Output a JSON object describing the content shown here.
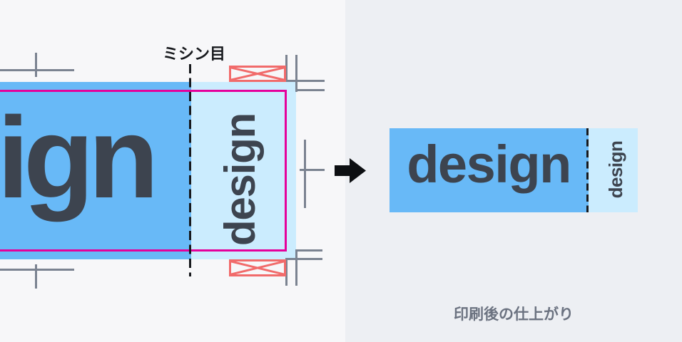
{
  "left_panel": {
    "perforation_label": "ミシン目",
    "artwork_text": "ign",
    "flap_text": "design"
  },
  "right_panel": {
    "main_text": "design",
    "flap_text": "design",
    "caption": "印刷後の仕上がり"
  },
  "icons": {
    "arrow": "right-arrow",
    "fold_mark": "x-cross",
    "trim_mark": "crop-line"
  },
  "colors": {
    "bg_left": "#f7f7f9",
    "bg_right": "#edeff3",
    "blue": "#68b9f7",
    "light_blue": "#cbecfe",
    "magenta": "#e5009b",
    "red": "#f16b6b",
    "mark_gray": "#7b8391",
    "text_dark": "#3d444f",
    "caption_gray": "#6b7280",
    "ink": "#17191d"
  }
}
